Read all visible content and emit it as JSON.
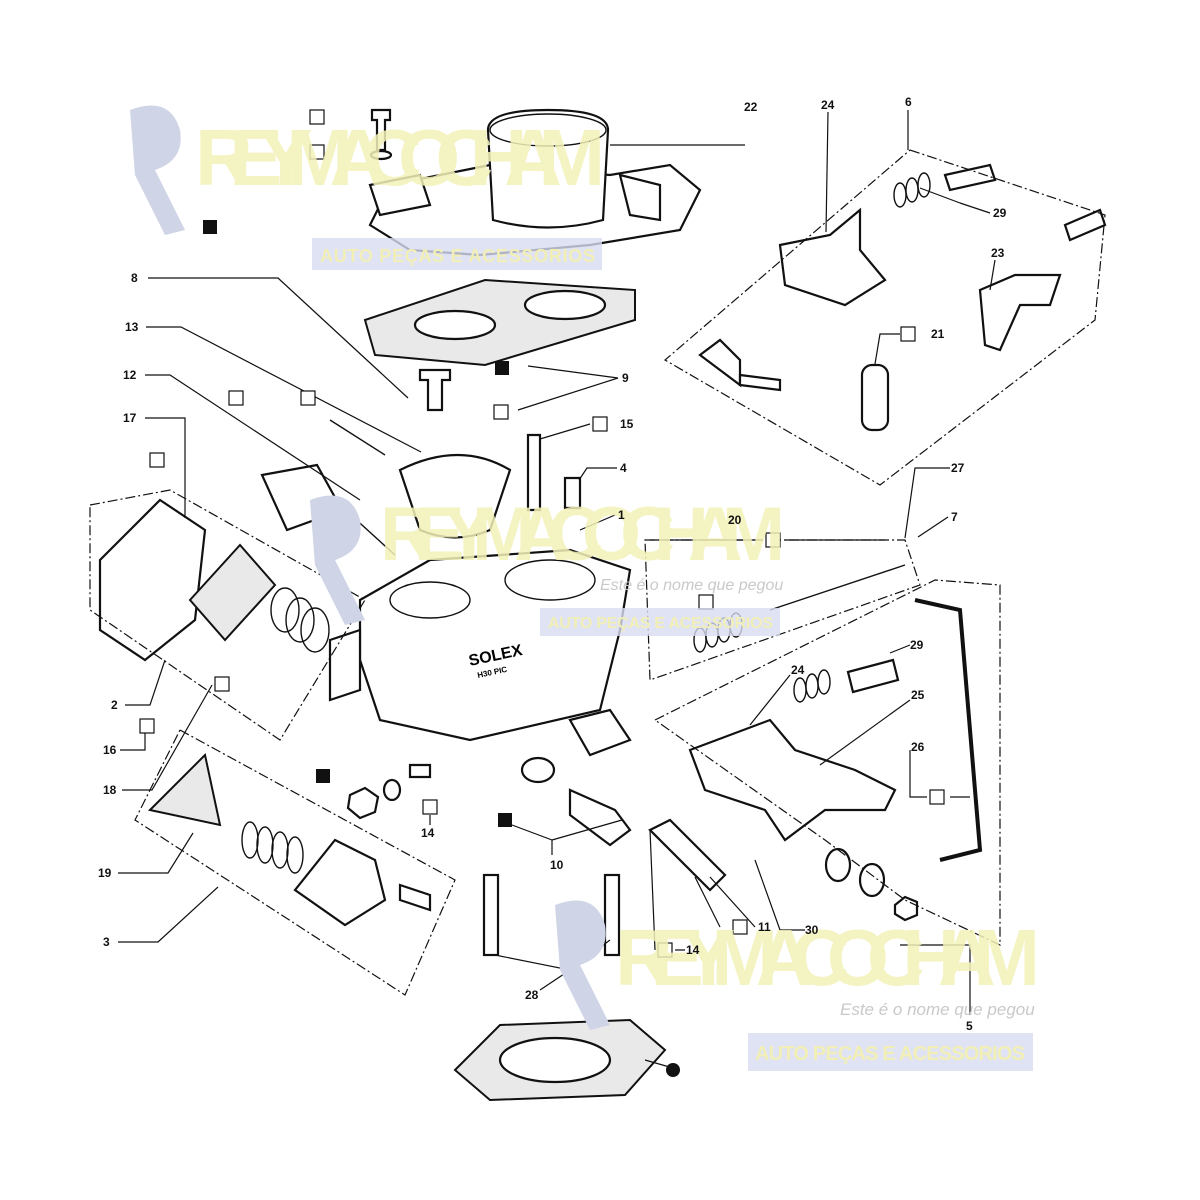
{
  "diagram": {
    "title_mark": "SOLEX",
    "title_sub": "H30 PIC",
    "watermark": {
      "brand": "REY MACO CHAM",
      "slogan": "Este é o nome que pegou",
      "band": "AUTO PEÇAS E ACESSORIOS"
    },
    "callouts": [
      "22",
      "24",
      "6",
      "29",
      "23",
      "21",
      "8",
      "13",
      "12",
      "9",
      "17",
      "15",
      "4",
      "27",
      "1",
      "7",
      "20",
      "29",
      "24",
      "25",
      "26",
      "2",
      "16",
      "18",
      "14",
      "10",
      "19",
      "11",
      "30",
      "14",
      "3",
      "28",
      "5"
    ]
  }
}
